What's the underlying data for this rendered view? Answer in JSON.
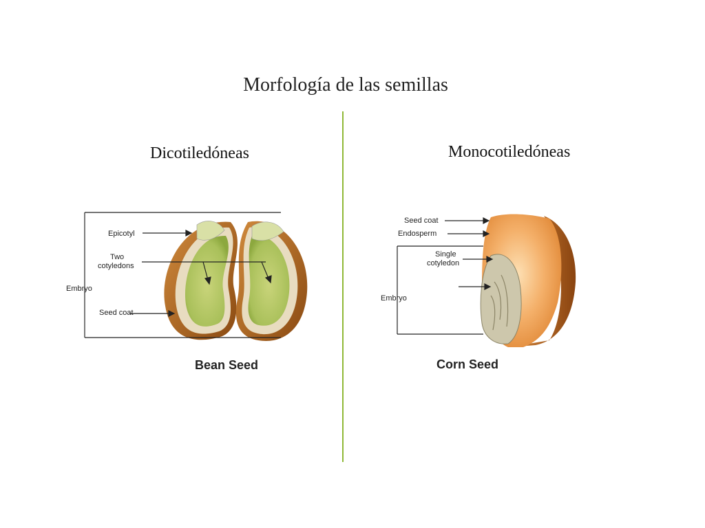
{
  "slide": {
    "title": "Morfología de las semillas",
    "left_heading": "Dicotiledóneas",
    "right_heading": "Monocotiledóneas",
    "divider_color": "#8fb836"
  },
  "bean": {
    "labels": {
      "epicotyl": "Epicotyl",
      "two_line1": "Two",
      "two_line2": "cotyledons",
      "embryo": "Embryo",
      "seed_coat": "Seed coat"
    },
    "caption": "Bean Seed",
    "colors": {
      "coat": "#b5651d",
      "cotyledon": "#c9d47a",
      "inner": "#a9c05a",
      "cream": "#e8dcc0"
    }
  },
  "corn": {
    "labels": {
      "seed_coat": "Seed coat",
      "endosperm": "Endosperm",
      "single_line1": "Single",
      "single_line2": "cotyledon",
      "embryo": "Embryo"
    },
    "caption": "Corn Seed",
    "colors": {
      "endosperm": "#f0a050",
      "coat": "#c56a1a",
      "embryo": "#c9c2a8"
    }
  }
}
